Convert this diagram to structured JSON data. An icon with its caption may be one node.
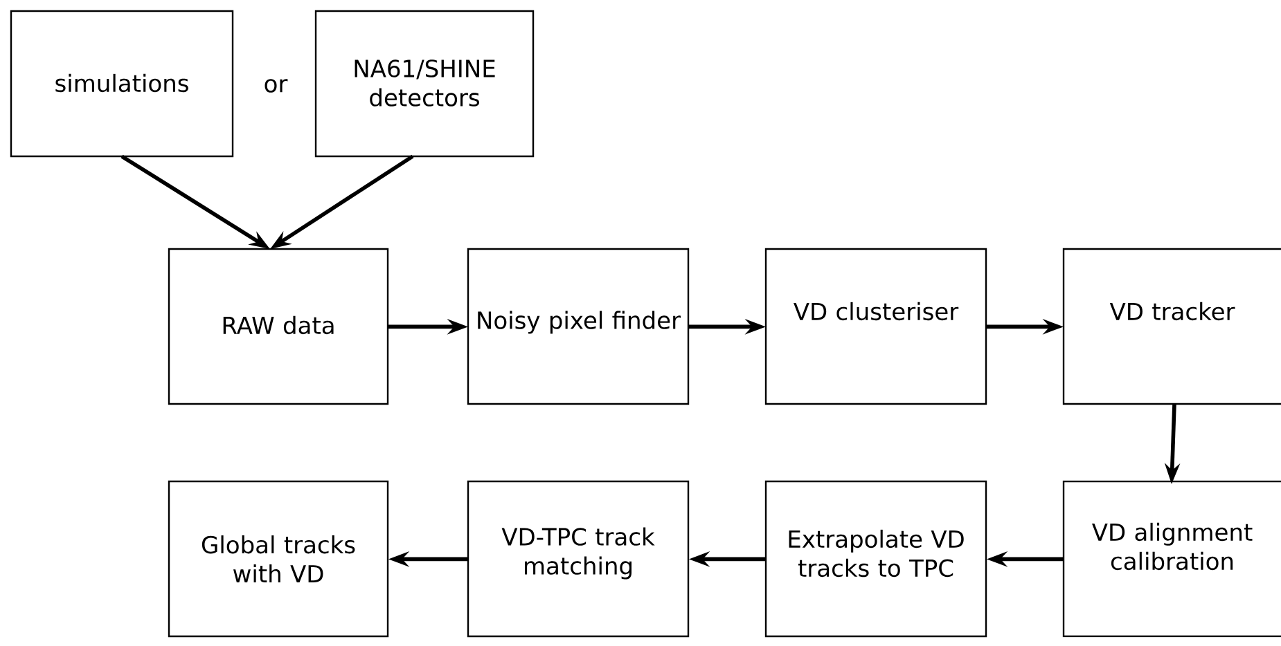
{
  "diagram": {
    "nodes": [
      {
        "text": [
          "simulations"
        ]
      },
      {
        "text": [
          "NA61/SHINE detectors"
        ]
      },
      {
        "text": [
          "RAW data"
        ]
      },
      {
        "text": [
          "Noisy pixel finder"
        ]
      },
      {
        "text": [
          "VD clusteriser"
        ]
      },
      {
        "text": [
          "VD tracker"
        ]
      },
      {
        "text": [
          "Global tracks with VD"
        ]
      },
      {
        "text": [
          "VD-TPC track matching"
        ]
      },
      {
        "text": [
          "Extrapolate VD tracks to TPC"
        ]
      },
      {
        "text": [
          "VD alignment calibration"
        ]
      }
    ],
    "edges": [
      {
        "from": 0,
        "to": 2,
        "arrow": "to"
      },
      {
        "from": 1,
        "to": 2,
        "arrow": "to"
      },
      {
        "from": 2,
        "to": 3,
        "arrow": "to"
      },
      {
        "from": 3,
        "to": 4,
        "arrow": "to"
      },
      {
        "from": 4,
        "to": 5,
        "arrow": "to"
      },
      {
        "from": 5,
        "to": 9,
        "arrow": "to"
      },
      {
        "from": 9,
        "to": 8,
        "arrow": "to"
      },
      {
        "from": 8,
        "to": 7,
        "arrow": "to"
      },
      {
        "from": 7,
        "to": 6,
        "arrow": "to"
      }
    ],
    "labels": [
      "or"
    ]
  }
}
